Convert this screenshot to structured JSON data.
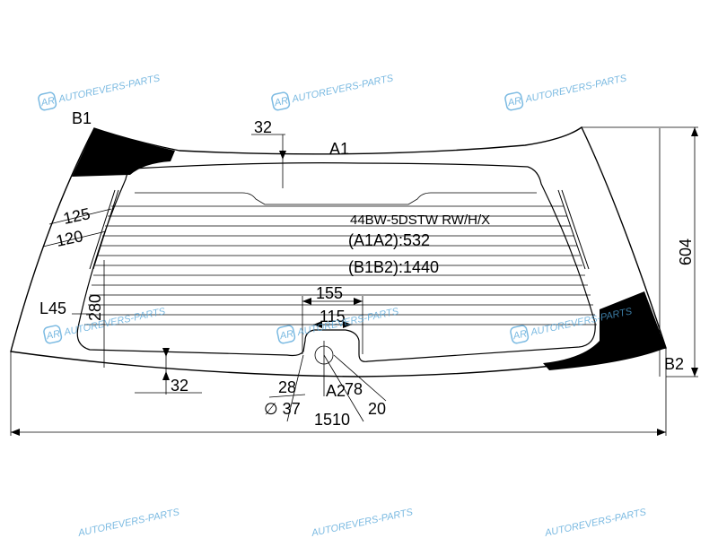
{
  "part_code": "44BW-5DSTW RW/H/X",
  "diagonals": {
    "a1a2": "(A1A2):532",
    "b1b2": "(B1B2):1440"
  },
  "points": {
    "a1": "A1",
    "a2": "A2",
    "b1": "B1",
    "b2": "B2",
    "l45": "L45"
  },
  "dimensions": {
    "top_margin": "32",
    "left_125": "125",
    "left_120": "120",
    "left_280": "280",
    "height": "604",
    "notch_outer": "155",
    "notch_inner": "115",
    "bottom_margin": "32",
    "d28": "28",
    "hole_diameter": "∅ 37",
    "d78": "78",
    "d20": "20",
    "width": "1510"
  },
  "watermark": {
    "text": "AUTOREVERS-PARTS",
    "logo": "AR"
  },
  "colors": {
    "line": "#000000",
    "watermark": "#4fa3d8",
    "ceramic": "#000000"
  }
}
